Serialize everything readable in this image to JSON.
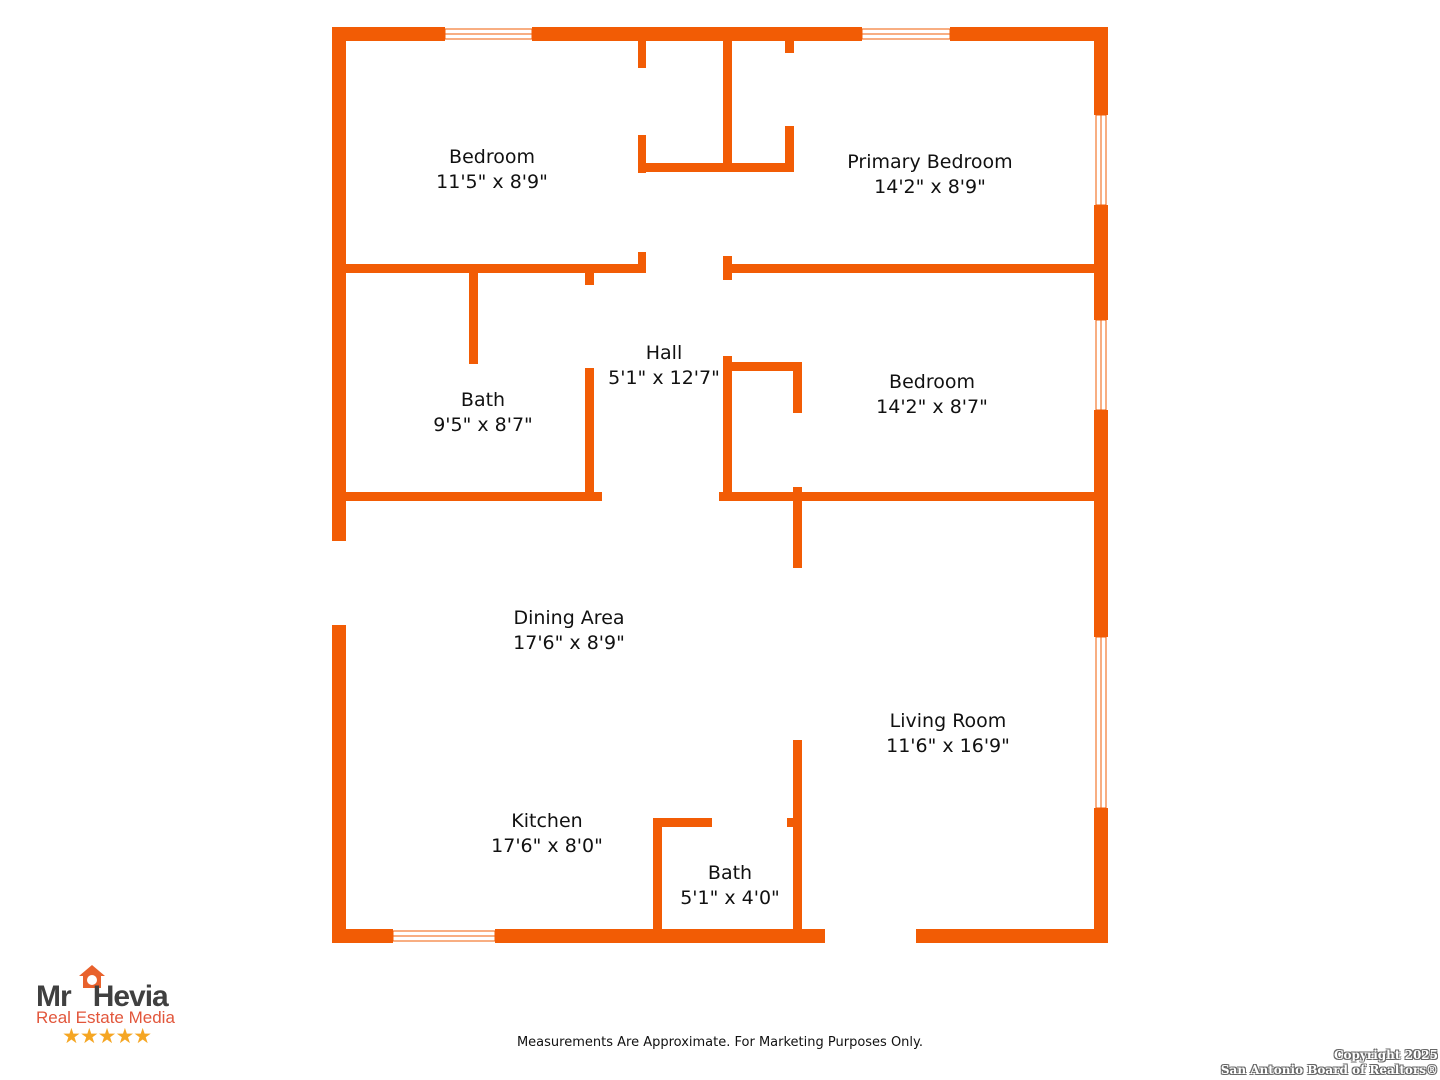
{
  "rooms": [
    {
      "name": "Bedroom",
      "dims": "11'5\" x 8'9\""
    },
    {
      "name": "Primary Bedroom",
      "dims": "14'2\" x 8'9\""
    },
    {
      "name": "Hall",
      "dims": "5'1\" x 12'7\""
    },
    {
      "name": "Bath",
      "dims": "9'5\" x 8'7\""
    },
    {
      "name": "Bedroom",
      "dims": "14'2\" x 8'7\""
    },
    {
      "name": "Dining Area",
      "dims": "17'6\" x 8'9\""
    },
    {
      "name": "Living Room",
      "dims": "11'6\" x 16'9\""
    },
    {
      "name": "Kitchen",
      "dims": "17'6\" x 8'0\""
    },
    {
      "name": "Bath",
      "dims": "5'1\" x 4'0\""
    }
  ],
  "disclaimer": "Measurements Are Approximate. For Marketing Purposes Only.",
  "copyright": {
    "line1": "Copyright 2025",
    "line2": "San Antonio Board of Realtors®"
  },
  "logo": {
    "main": "Mr Hevia",
    "sub": "Real Estate Media",
    "stars": "★★★★★"
  },
  "colors": {
    "wall": "#F25C05",
    "text": "#111111"
  }
}
